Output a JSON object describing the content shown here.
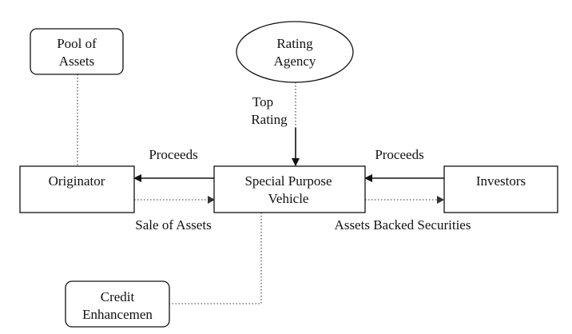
{
  "nodes": {
    "pool_of_assets": {
      "lines": [
        "Pool of",
        "Assets"
      ]
    },
    "rating_agency": {
      "lines": [
        "Rating",
        "Agency"
      ]
    },
    "originator": {
      "lines": [
        "Originator"
      ]
    },
    "spv": {
      "lines": [
        "Special Purpose",
        "Vehicle"
      ]
    },
    "investors": {
      "lines": [
        "Investors"
      ]
    },
    "credit_enhancement": {
      "lines": [
        "Credit",
        "Enhancemen"
      ]
    }
  },
  "labels": {
    "top_rating": [
      "Top",
      "Rating"
    ],
    "proceeds_left": "Proceeds",
    "proceeds_right": "Proceeds",
    "sale_of_assets": "Sale of Assets",
    "assets_backed_securities": "Assets Backed Securities"
  }
}
